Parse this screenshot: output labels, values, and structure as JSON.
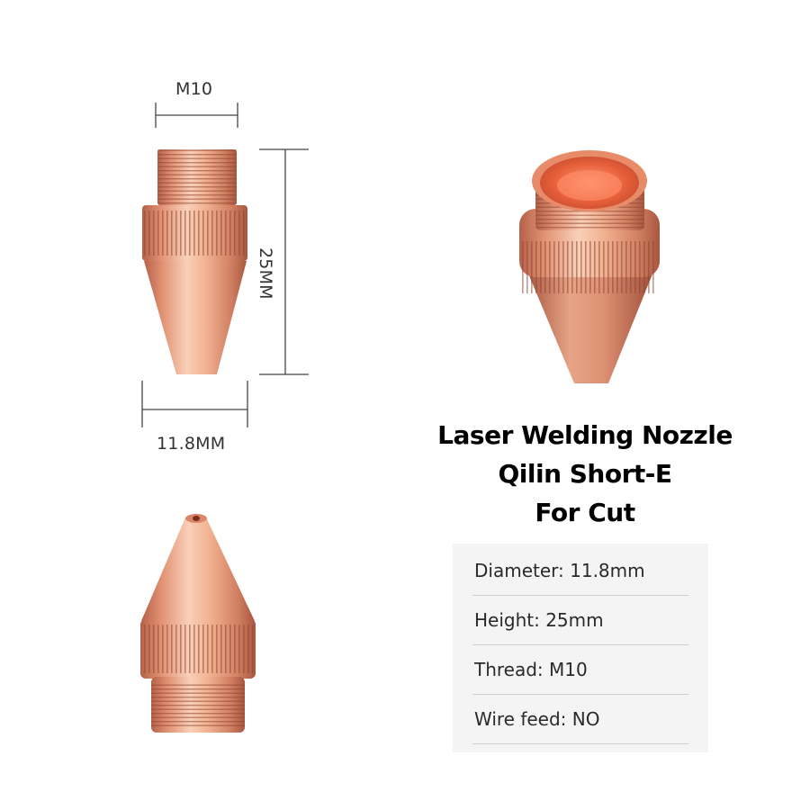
{
  "dimensions": {
    "thread": "M10",
    "height": "25MM",
    "diameter": "11.8MM"
  },
  "title": {
    "line1": "Laser Welding Nozzle",
    "line2": "Qilin Short-E",
    "line3": "For Cut"
  },
  "specs": [
    {
      "label": "Diameter: 11.8mm"
    },
    {
      "label": "Height: 25mm"
    },
    {
      "label": "Thread: M10"
    },
    {
      "label": "Wire feed: NO"
    }
  ],
  "colors": {
    "copper_light": "#f6c2a4",
    "copper_mid": "#e29274",
    "copper_dark": "#b5614a",
    "spec_background": "#f4f4f4"
  }
}
